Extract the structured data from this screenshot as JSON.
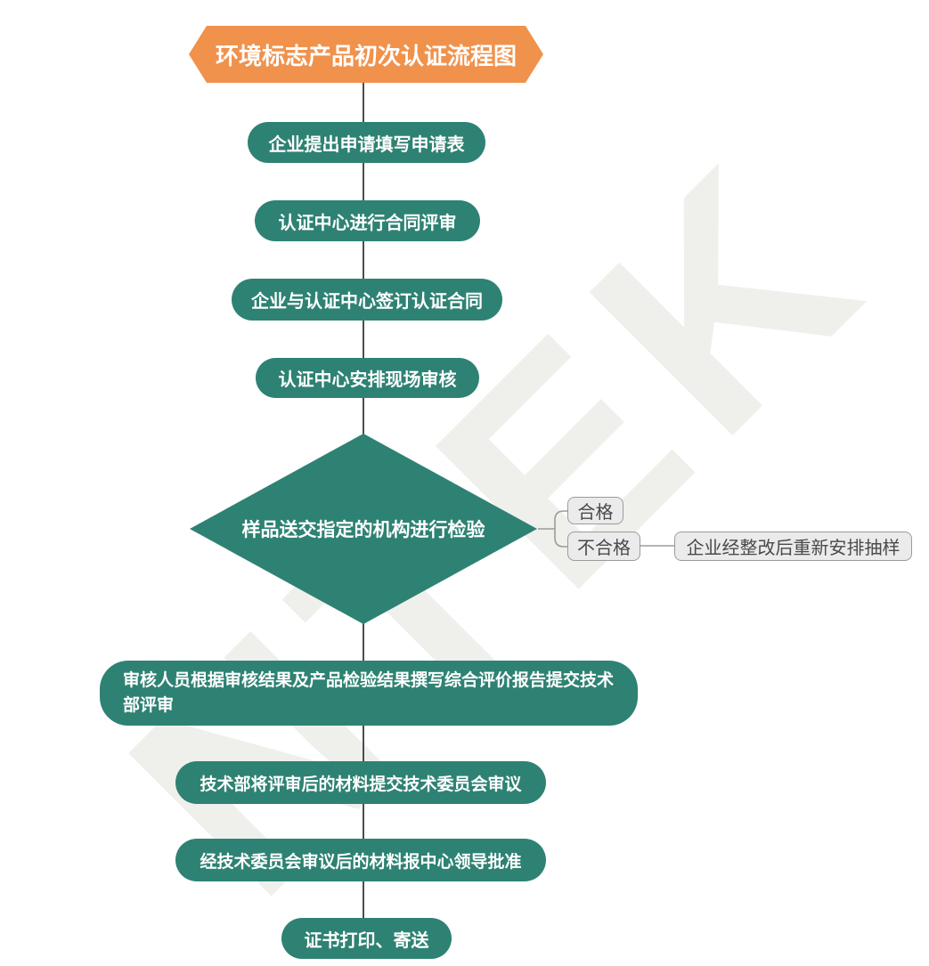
{
  "page": {
    "watermark_text": "NTEK"
  },
  "colors": {
    "title_bg": "#F0924C",
    "node_bg": "#2E8273",
    "node_text": "#FFFFFF",
    "branch_bg": "#EBEBEB",
    "branch_border": "#9B9B9B",
    "branch_text": "#4A4A4A",
    "connector": "#4D4D4D"
  },
  "flowchart": {
    "title": "环境标志产品初次认证流程图",
    "steps": [
      {
        "label": "企业提出申请填写申请表"
      },
      {
        "label": "认证中心进行合同评审"
      },
      {
        "label": "企业与认证中心签订认证合同"
      },
      {
        "label": "认证中心安排现场审核"
      }
    ],
    "decision": {
      "label": "样品送交指定的机构进行检验"
    },
    "branches": {
      "pass": {
        "label": "合格"
      },
      "fail": {
        "label": "不合格"
      },
      "fail_action": {
        "label": "企业经整改后重新安排抽样"
      }
    },
    "post_steps": [
      {
        "label": "审核人员根据审核结果及产品检验结果撰写综合评价报告提交技术部评审"
      },
      {
        "label": "技术部将评审后的材料提交技术委员会审议"
      },
      {
        "label": "经技术委员会审议后的材料报中心领导批准"
      },
      {
        "label": "证书打印、寄送"
      }
    ]
  }
}
